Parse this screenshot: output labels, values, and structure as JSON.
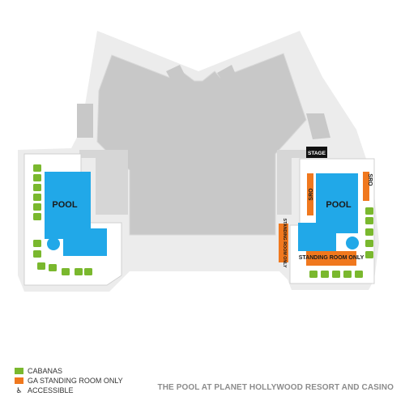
{
  "map": {
    "stage_label": "STAGE",
    "left_pool_label": "POOL",
    "right_pool_label": "POOL",
    "sro_labels": [
      "SRO",
      "SRO"
    ],
    "standing_room_only_label": "STANDING ROOM ONLY",
    "standing_room_vertical_label": "STANDING ROOM ONLY",
    "colors": {
      "cabana": "#7ab82e",
      "standing_room": "#f0781e",
      "pool": "#21a8e8",
      "building": "#c8c8c8",
      "deck": "#ececec",
      "stage": "#111111"
    }
  },
  "legend": {
    "cabanas": "CABANAS",
    "ga_standing_room_only": "GA STANDING ROOM ONLY",
    "accessible": "ACCESSIBLE",
    "accessible_icon": "wheelchair-icon"
  },
  "venue_caption": "THE POOL AT PLANET HOLLYWOOD RESORT AND CASINO"
}
